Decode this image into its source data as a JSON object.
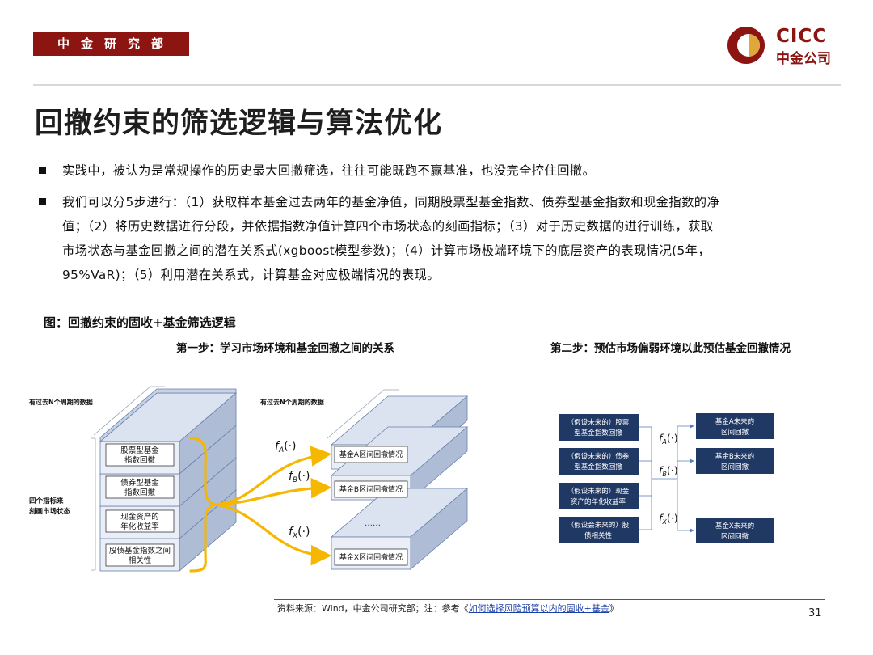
{
  "header": {
    "department": "中金研究部",
    "logo_en": "CICC",
    "logo_cn": "中金公司"
  },
  "colors": {
    "brand": "#8c1512",
    "diagram_box": "#203864",
    "diagram_face": "#dae3f3",
    "arrow": "#f5b700"
  },
  "title": "回撤约束的筛选逻辑与算法优化",
  "bullets": [
    {
      "text": "实践中，被认为是常规操作的历史最大回撤筛选，往往可能既跑不赢基准，也没完全控住回撤。"
    },
    {
      "lines": [
        "我们可以分5步进行：（1）获取样本基金过去两年的基金净值，同期股票型基金指数、债券型基金指数和现金指数的净",
        "值；（2）将历史数据进行分段，并依据指数净值计算四个市场状态的刻画指标；（3）对于历史数据的进行训练，获取",
        "市场状态与基金回撤之间的潜在关系式(xgboost模型参数)；（4）计算市场极端环境下的底层资产的表现情况(5年，",
        "95%VaR)；（5）利用潜在关系式，计算基金对应极端情况的表现。"
      ]
    }
  ],
  "figure": {
    "title": "图：回撤约束的固收+基金筛选逻辑",
    "step1": "第一步：学习市场环境和基金回撤之间的关系",
    "step2": "第二步：预估市场偏弱环境以此预估基金回撤情况",
    "left": {
      "data_label_left": "有过去N个周期的数据",
      "data_label_right": "有过去N个周期的数据",
      "side_label_1": "四个指标来",
      "side_label_2": "刻画市场状态",
      "indicators": [
        [
          "股票型基金",
          "指数回撤"
        ],
        [
          "债券型基金",
          "指数回撤"
        ],
        [
          "现金资产的",
          "年化收益率"
        ],
        [
          "股债基金指数之间",
          "相关性"
        ]
      ],
      "outputs": [
        "基金A区间回撤情况",
        "基金B区间回撤情况",
        "基金X区间回撤情况"
      ],
      "ellipsis": "……",
      "functions": [
        {
          "f": "f",
          "sub": "A",
          "arg": "(·)"
        },
        {
          "f": "f",
          "sub": "B",
          "arg": "(·)"
        },
        {
          "f": "f",
          "sub": "X",
          "arg": "(·)"
        }
      ]
    },
    "right": {
      "inputs": [
        [
          "（假设未来的）股票",
          "型基金指数回撤"
        ],
        [
          "（假设未来的）债券",
          "型基金指数回撤"
        ],
        [
          "（假设未来的）现金",
          "资产的年化收益率"
        ],
        [
          "（假设会未来的）股",
          "债相关性"
        ]
      ],
      "outputs": [
        [
          "基金A未来的",
          "区间回撤"
        ],
        [
          "基金B未来的",
          "区间回撤"
        ],
        [
          "基金X未来的",
          "区间回撤"
        ]
      ],
      "functions": [
        {
          "f": "f",
          "sub": "A",
          "arg": "(·)"
        },
        {
          "f": "f",
          "sub": "B",
          "arg": "(·)"
        },
        {
          "f": "f",
          "sub": "X",
          "arg": "(·)"
        }
      ]
    }
  },
  "source": {
    "prefix": "资料来源：Wind，中金公司研究部；注：参考《",
    "link": "如何选择风险预算以内的固收+基金",
    "suffix": "》"
  },
  "page_number": "31"
}
